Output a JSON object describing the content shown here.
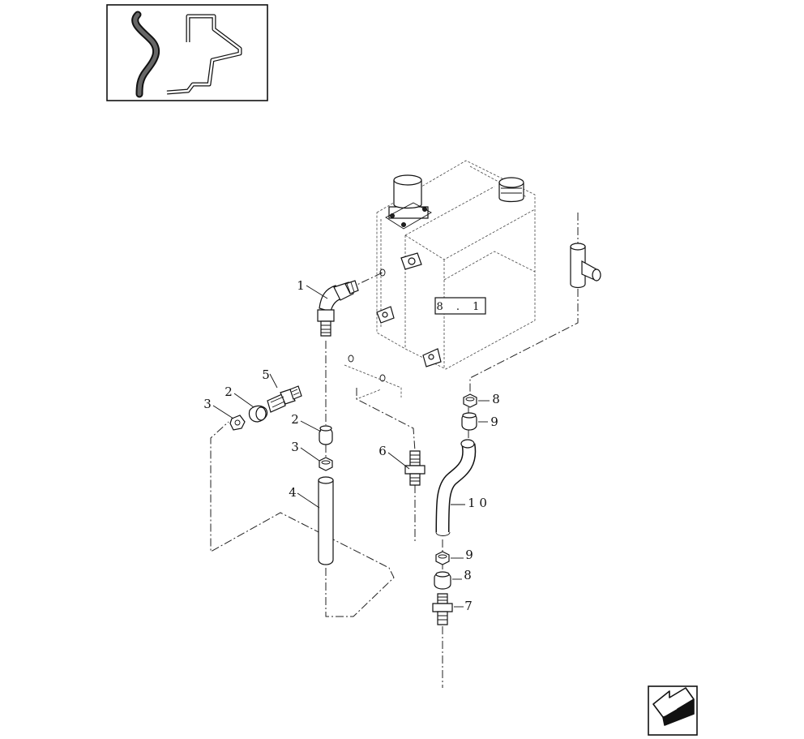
{
  "diagram": {
    "reference_label": "8 . 1",
    "callouts": [
      {
        "id": "c1",
        "label": "1"
      },
      {
        "id": "c2a",
        "label": "2"
      },
      {
        "id": "c3a",
        "label": "3"
      },
      {
        "id": "c5",
        "label": "5"
      },
      {
        "id": "c2b",
        "label": "2"
      },
      {
        "id": "c3b",
        "label": "3"
      },
      {
        "id": "c4",
        "label": "4"
      },
      {
        "id": "c6",
        "label": "6"
      },
      {
        "id": "c8a",
        "label": "8"
      },
      {
        "id": "c9a",
        "label": "9"
      },
      {
        "id": "c10",
        "label": "1 0"
      },
      {
        "id": "c9b",
        "label": "9"
      },
      {
        "id": "c8b",
        "label": "8"
      },
      {
        "id": "c7",
        "label": "7"
      }
    ]
  },
  "icons": {
    "thumbnail": "hose-routing-thumbnail-icon",
    "navigation": "return-arrow-icon"
  }
}
